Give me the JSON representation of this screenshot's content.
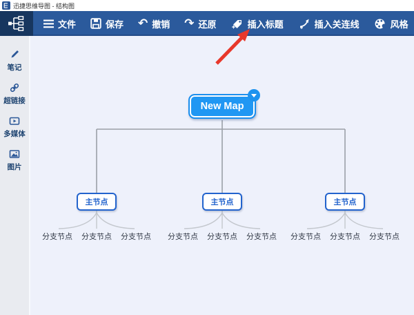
{
  "window": {
    "title": "迅捷思维导图 - 结构图"
  },
  "toolbar": {
    "items": [
      {
        "label": "文件",
        "icon": "menu-icon"
      },
      {
        "label": "保存",
        "icon": "save-icon"
      },
      {
        "label": "撤销",
        "icon": "undo-icon",
        "glyph": "↶"
      },
      {
        "label": "还原",
        "icon": "redo-icon",
        "glyph": "↷"
      },
      {
        "label": "插入标题",
        "icon": "insert-title-tag-icon"
      },
      {
        "label": "插入关连线",
        "icon": "insert-relation-line-icon"
      },
      {
        "label": "风格",
        "icon": "style-palette-icon"
      }
    ]
  },
  "sidebar": {
    "items": [
      {
        "label": "笔记",
        "icon": "note-pencil-icon"
      },
      {
        "label": "超链接",
        "icon": "hyperlink-icon"
      },
      {
        "label": "多媒体",
        "icon": "multimedia-icon"
      },
      {
        "label": "图片",
        "icon": "image-icon"
      }
    ]
  },
  "mindmap": {
    "root": {
      "label": "New Map"
    },
    "main_nodes": [
      {
        "label": "主节点",
        "children": [
          "分支节点",
          "分支节点",
          "分支节点"
        ]
      },
      {
        "label": "主节点",
        "children": [
          "分支节点",
          "分支节点",
          "分支节点"
        ]
      },
      {
        "label": "主节点",
        "children": [
          "分支节点",
          "分支节点",
          "分支节点"
        ]
      }
    ]
  },
  "annotation": {
    "type": "red-arrow",
    "points_to": "插入标题"
  },
  "colors": {
    "toolbar_bg": "#2b5a9c",
    "logo_bg": "#17365f",
    "canvas_bg": "#eef1fb",
    "sidebar_bg": "#e9ebf0",
    "root_node_fill": "#2097f3",
    "main_node_accent": "#2263cd",
    "branch_text": "#333a47",
    "connector_gray": "#9ba0a8",
    "arrow_red": "#e8382b"
  }
}
